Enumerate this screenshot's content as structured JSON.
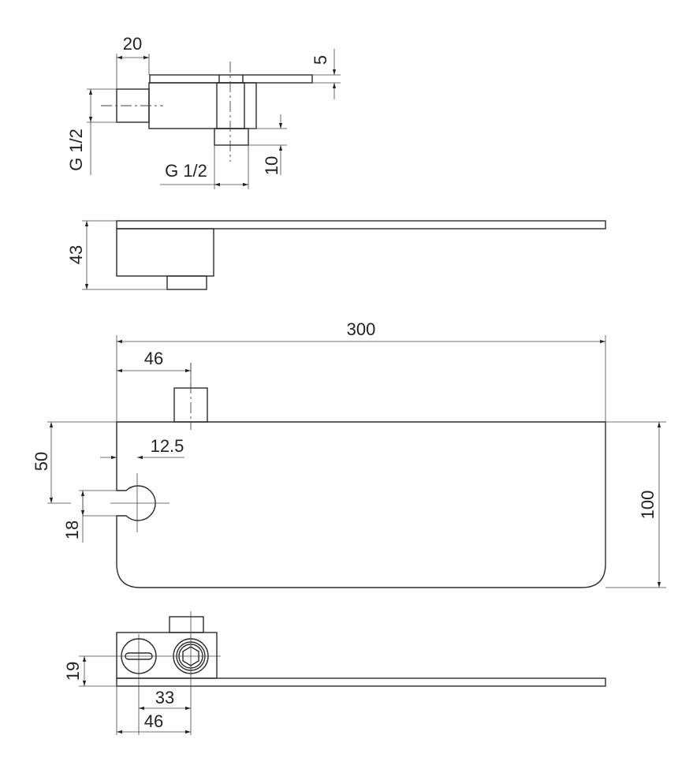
{
  "views": {
    "side_top": {
      "dim_nipple_length": "20",
      "dim_plate": "5",
      "dim_thread_left": "G 1/2",
      "dim_thread_bottom": "G 1/2",
      "dim_bottom_nipple": "10"
    },
    "front": {
      "dim_height": "43"
    },
    "plan": {
      "dim_length": "300",
      "dim_stub_offset": "46",
      "dim_hole_depth": "50",
      "dim_hole_offset": "12.5",
      "dim_slot_width": "18",
      "dim_width": "100"
    },
    "end": {
      "dim_height": "19",
      "dim_center_distance": "33",
      "dim_outer_distance": "46"
    }
  }
}
